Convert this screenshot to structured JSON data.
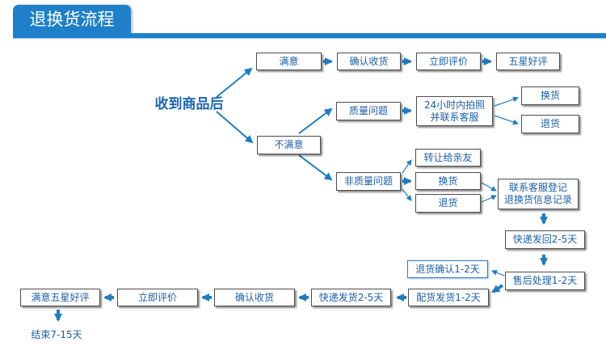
{
  "header": {
    "title": "退换货流程"
  },
  "root": {
    "label": "收到商品后"
  },
  "satisfied": {
    "label": "满意",
    "confirm": "确认收货",
    "review": "立即评价",
    "five_star": "五星好评"
  },
  "unsatisfied": {
    "label": "不满意"
  },
  "quality": {
    "label": "质量问题",
    "contact": "24小时内拍照\n并联系客服",
    "exchange": "换货",
    "refund": "退货"
  },
  "non_quality": {
    "label": "非质量问题",
    "transfer": "转让给亲友",
    "exchange": "换货",
    "refund": "退货",
    "register": "联系客服登记\n退换货信息记录",
    "ship_back": "快递发回2-5天",
    "after_sales": "售后处理1-2天",
    "refund_confirm": "退货确认1-2天",
    "redeliver": "配货发货1-2天",
    "courier": "快递发货2-5天",
    "confirm": "确认收货",
    "review": "立即评价",
    "five_star": "满意五星好评",
    "end": "结束7-15天"
  },
  "colors": {
    "brand": "#1d80c9",
    "arrow": "#1f7cc4",
    "text": "#1b5ea8"
  }
}
